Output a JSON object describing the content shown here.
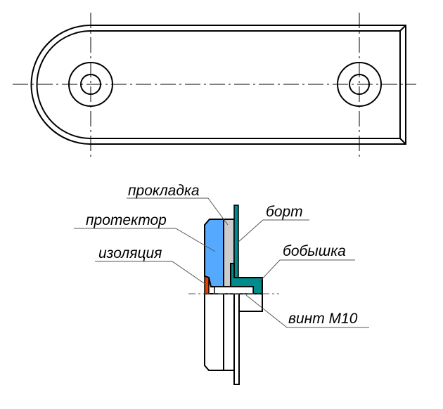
{
  "labels": {
    "gasket": "прокладка",
    "protector": "протектор",
    "insulation": "изоляция",
    "board": "борт",
    "boss": "бобышка",
    "screw": "винт М10"
  },
  "colors": {
    "protector": "#55aaff",
    "gasket": "#cccccc",
    "boss": "#008c8c",
    "insulation": "#e04000",
    "line": "#000000",
    "leader": "#555555"
  }
}
